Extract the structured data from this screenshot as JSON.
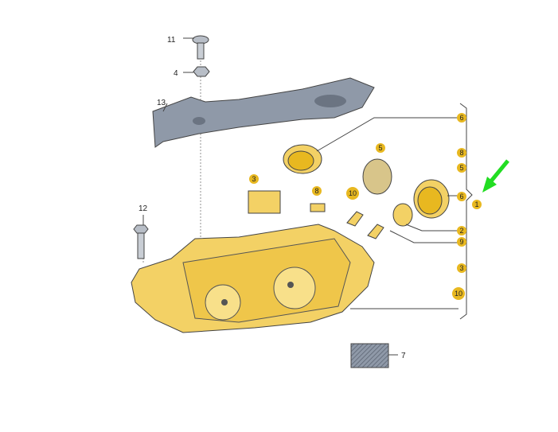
{
  "colors": {
    "housing": "#f3d165",
    "bracket": "#8f99a8",
    "badge": "#e8b820",
    "arrow": "#22dd22"
  },
  "callouts": {
    "c11": "11",
    "c4": "4",
    "c13": "13",
    "c12": "12",
    "c7": "7"
  },
  "badges": {
    "b3": "3",
    "b8": "8",
    "b10": "10",
    "b5": "5"
  },
  "column": {
    "r6a": "6",
    "r8": "8",
    "r5": "5",
    "r6b": "6",
    "r1": "1",
    "r2": "2",
    "r9": "9",
    "r3": "3",
    "r10": "10"
  }
}
